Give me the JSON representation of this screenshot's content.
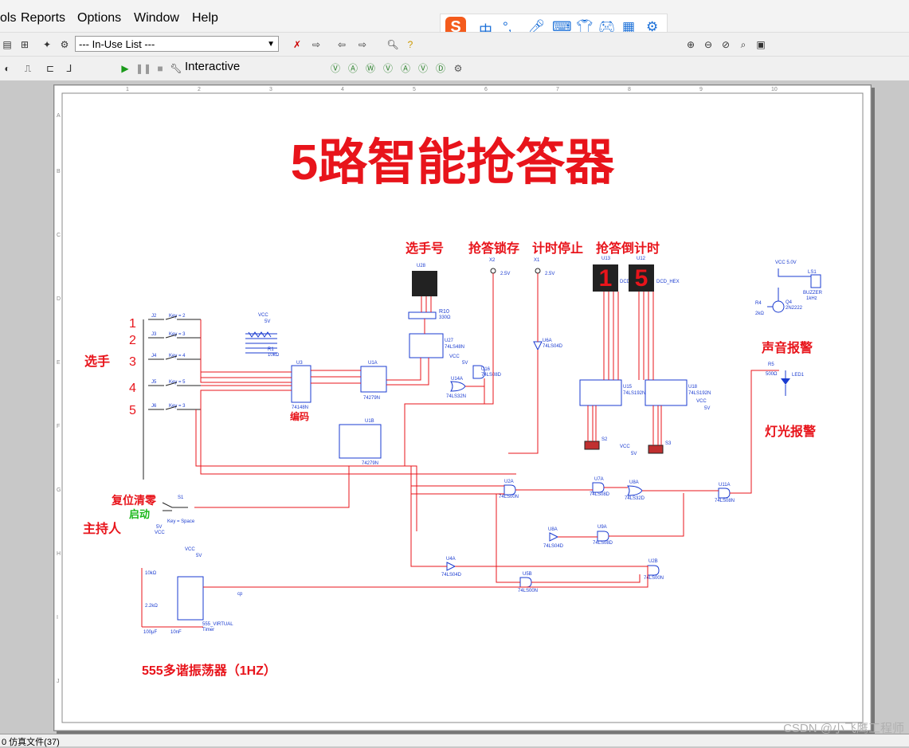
{
  "menu": {
    "tools": "ols",
    "reports": "Reports",
    "options": "Options",
    "window": "Window",
    "help": "Help"
  },
  "toolbar": {
    "in_use_list": "--- In-Use List ---",
    "interactive": "Interactive"
  },
  "ime": {
    "logo": "S",
    "mode": "中"
  },
  "schematic": {
    "title": "5路智能抢答器",
    "label_player_num": "选手号",
    "label_latch": "抢答锁存",
    "label_timer_stop": "计时停止",
    "label_countdown": "抢答倒计时",
    "label_players": "选手",
    "label_encode": "编码",
    "label_reset": "复位清零",
    "label_start": "启动",
    "label_host": "主持人",
    "label_sound_alarm": "声音报警",
    "label_light_alarm": "灯光报警",
    "label_oscillator": "555多谐振荡器（1HZ）",
    "digit_tens": "1",
    "digit_units": "5",
    "players": [
      "1",
      "2",
      "3",
      "4",
      "5"
    ],
    "keys": [
      "Key = 2",
      "Key = 3",
      "Key = 4",
      "Key = 5",
      "Key = 3"
    ],
    "switch_ids": [
      "J2",
      "J3",
      "J4",
      "J5",
      "J6"
    ],
    "chips": {
      "u3": "U3",
      "u3_part": "74148N",
      "u1a": "U1A",
      "u1a_part": "74279N",
      "u1b": "U1B",
      "u1b_part": "74279N",
      "u27": "U27",
      "u27_part": "74LS48N",
      "u15": "U15",
      "u15_part": "74LS192N",
      "u18": "U18",
      "u18_part": "74LS192N",
      "u28": "U28",
      "r10": "R10",
      "r10_val": "330Ω",
      "u13": "U13",
      "u12": "U12",
      "dcd": "DCD_HEX",
      "timer": "555_VIRTUAL",
      "timer_sub": "Timer",
      "u2a": "U2A",
      "u2a_part": "74LS00N",
      "u7a": "U7A",
      "u7a_part": "74LS08D",
      "u8a": "U8A",
      "u8a_part": "74LS32D",
      "u11a": "U11A",
      "u11a_part": "74LS08N",
      "u9a": "U9A",
      "u9a_part": "74LS08D",
      "u6a": "U6A",
      "u6a_part": "74LS04D",
      "u4a": "U4A",
      "u4a_part": "74LS04D",
      "u5b": "U5B",
      "u5b_part": "74LS00N",
      "u2b": "U2B",
      "u2b_part": "74LS00N",
      "u14a": "U14A",
      "u14a_part": "74LS32N",
      "u16": "U16",
      "u16_part": "74LS08D",
      "ls1": "LS1",
      "buzzer": "BUZZER",
      "buzzer_freq": "1kHz",
      "q4": "Q4",
      "q4_part": "2N2222",
      "r4": "R4",
      "r4_val": "2kΩ",
      "r5": "R5",
      "r5_val": "500Ω",
      "led": "LED1",
      "r1": "R1",
      "r1_val": "10kΩ",
      "x1": "X1",
      "x2": "X2",
      "v25": "2.5V",
      "vcc": "VCC",
      "vcc_val": "5V",
      "vcc50": "VCC 5.0V",
      "s1": "S1",
      "s1_key": "Key = Space",
      "s2": "S2",
      "s3": "S3",
      "cp": "cp",
      "c_100": "100μF",
      "c_10": "10nF",
      "r_10k": "10kΩ",
      "r_2k": "2.2kΩ"
    }
  },
  "status": {
    "tab": "0 仿真文件(37)"
  },
  "watermark": "CSDN @小飞鹰工程师",
  "colors": {
    "title_red": "#e8141b",
    "wire_red": "#e8141b",
    "chip_blue": "#1a3bd0",
    "schematic_bg": "#ffffff"
  }
}
